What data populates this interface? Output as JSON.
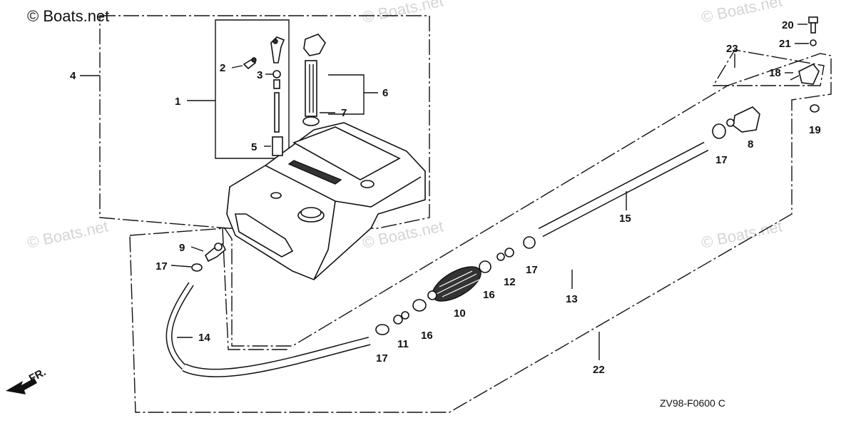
{
  "watermarks": [
    "© Boats.net",
    "© Boats.net",
    "© Boats.net",
    "© Boats.net",
    "© Boats.net",
    "© Boats.net"
  ],
  "front_label": "FR.",
  "diagram_code": "ZV98-F0600 C",
  "callouts": [
    {
      "id": "1",
      "label": "1"
    },
    {
      "id": "2",
      "label": "2"
    },
    {
      "id": "3",
      "label": "3"
    },
    {
      "id": "4",
      "label": "4"
    },
    {
      "id": "5",
      "label": "5"
    },
    {
      "id": "6",
      "label": "6"
    },
    {
      "id": "7",
      "label": "7"
    },
    {
      "id": "8",
      "label": "8"
    },
    {
      "id": "9",
      "label": "9"
    },
    {
      "id": "10",
      "label": "10"
    },
    {
      "id": "11",
      "label": "11"
    },
    {
      "id": "12",
      "label": "12"
    },
    {
      "id": "13",
      "label": "13"
    },
    {
      "id": "14",
      "label": "14"
    },
    {
      "id": "15",
      "label": "15"
    },
    {
      "id": "16a",
      "label": "16"
    },
    {
      "id": "16b",
      "label": "16"
    },
    {
      "id": "17a",
      "label": "17"
    },
    {
      "id": "17b",
      "label": "17"
    },
    {
      "id": "17c",
      "label": "17"
    },
    {
      "id": "17d",
      "label": "17"
    },
    {
      "id": "18",
      "label": "18"
    },
    {
      "id": "19",
      "label": "19"
    },
    {
      "id": "20",
      "label": "20"
    },
    {
      "id": "21",
      "label": "21"
    },
    {
      "id": "22",
      "label": "22"
    },
    {
      "id": "23",
      "label": "23"
    }
  ]
}
